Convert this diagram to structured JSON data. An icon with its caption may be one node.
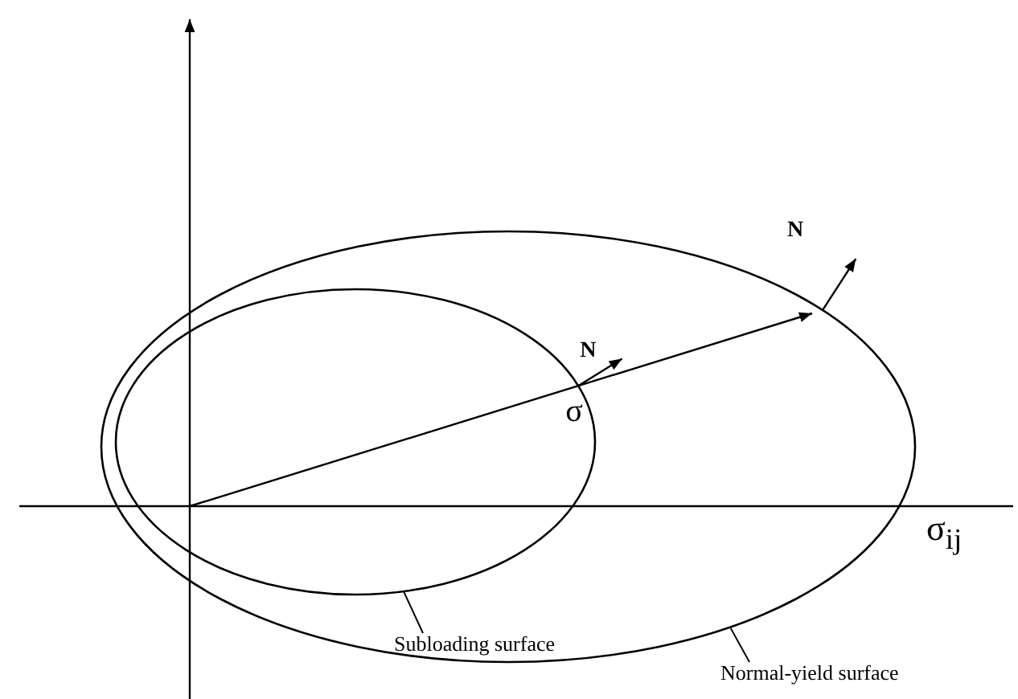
{
  "diagram": {
    "nodes": [
      {
        "text": [],
        "shape": "ellipse"
      },
      {
        "text": [],
        "shape": "ellipse",
        "in": 0
      },
      {
        "text": [
          "Subloading surface"
        ],
        "in": 0
      },
      {
        "text": [
          "Normal-yield surface"
        ]
      }
    ],
    "edges": [
      {
        "from": 2,
        "to": 1,
        "arrow": "none"
      },
      {
        "from": 3,
        "to": 0,
        "arrow": "none"
      }
    ],
    "labels": [
      "N",
      "N",
      "σ",
      "σ$_{ij}$"
    ]
  }
}
